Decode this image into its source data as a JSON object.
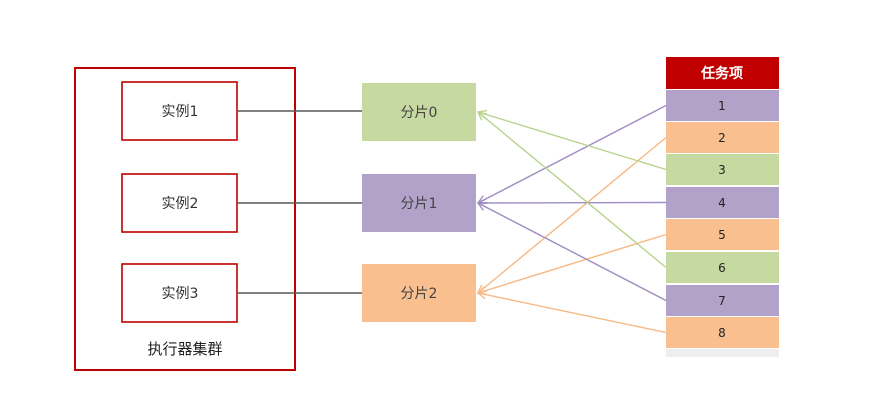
{
  "cluster": {
    "label": "执行器集群",
    "instances": [
      "实例1",
      "实例2",
      "实例3"
    ]
  },
  "shards": [
    {
      "label": "分片0",
      "color": "#c6d9a0"
    },
    {
      "label": "分片1",
      "color": "#b2a2c9"
    },
    {
      "label": "分片2",
      "color": "#f9bf8f"
    }
  ],
  "tasks": {
    "header": "任务项",
    "header_color": "#c00000",
    "items": [
      {
        "label": "1",
        "shard": 1
      },
      {
        "label": "2",
        "shard": 2
      },
      {
        "label": "3",
        "shard": 0
      },
      {
        "label": "4",
        "shard": 1
      },
      {
        "label": "5",
        "shard": 2
      },
      {
        "label": "6",
        "shard": 0
      },
      {
        "label": "7",
        "shard": 1
      },
      {
        "label": "8",
        "shard": 2
      }
    ]
  },
  "colors": {
    "border_red": "#c00000",
    "instance_link": "#595959",
    "arrow_green": "#b8d48c",
    "arrow_purple": "#9e8cc2",
    "arrow_orange": "#f7b883"
  }
}
